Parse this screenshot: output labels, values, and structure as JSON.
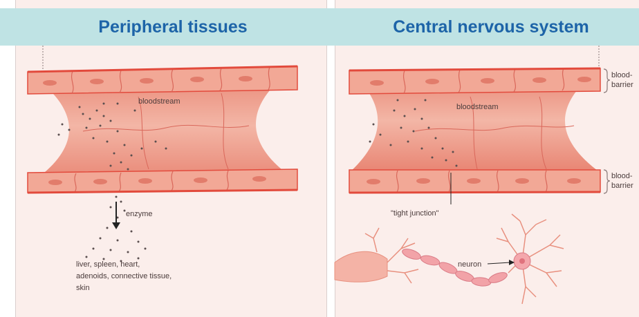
{
  "panels": {
    "left": {
      "title": "Peripheral tissues",
      "bloodstream_label": "bloodstream",
      "enzyme_label": "enzyme",
      "tissues_label": [
        "liver, spleen, heart,",
        "adenoids, connective tissue,",
        "skin"
      ]
    },
    "right": {
      "title": "Central nervous system",
      "bloodstream_label": "bloodstream",
      "barrier_top_label": [
        "blood-",
        "barrier"
      ],
      "barrier_bottom_label": [
        "blood-",
        "barrier"
      ],
      "tight_junction_label": "\"tight junction\"",
      "neuron_label": "neuron"
    }
  },
  "colors": {
    "banner_bg": "#bfe3e4",
    "title_text": "#1d64a8",
    "vessel_wall": "#e24a3c",
    "lumen": "#efa191",
    "cell": "#f2a896",
    "panel_bg": "#fbeeeb",
    "particles": "#5a4f4f"
  }
}
